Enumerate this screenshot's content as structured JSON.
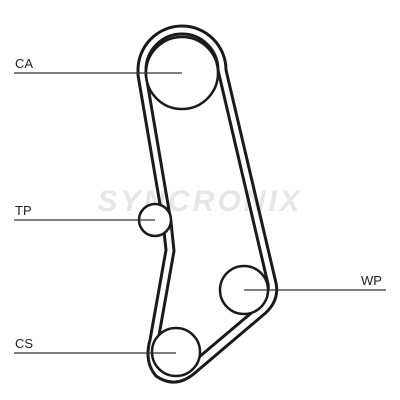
{
  "diagram": {
    "watermark": "SYNCRONIX",
    "labels": {
      "ca": "CA",
      "tp": "TP",
      "wp": "WP",
      "cs": "CS"
    }
  },
  "colors": {
    "belt": "#1a1a1a",
    "pulley_stroke": "#1a1a1a",
    "leader_line": "#333333",
    "watermark": "#e6e6e6",
    "background": "#ffffff"
  }
}
